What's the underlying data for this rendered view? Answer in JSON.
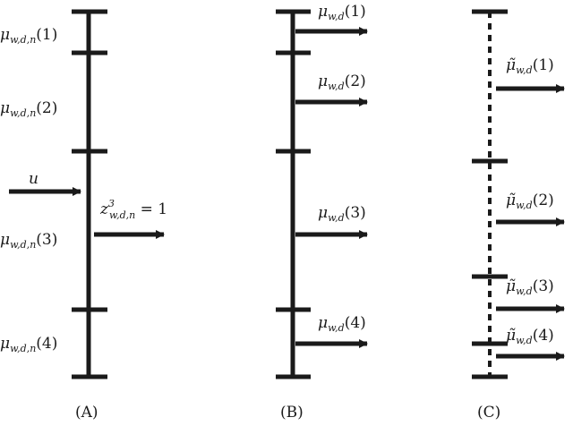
{
  "panels": {
    "A": {
      "caption": "(A)",
      "segment_labels": [
        {
          "mu": "μ",
          "sub": "w,d,n",
          "idx": "(1)"
        },
        {
          "mu": "μ",
          "sub": "w,d,n",
          "idx": "(2)"
        },
        {
          "mu": "μ",
          "sub": "w,d,n",
          "idx": "(3)"
        },
        {
          "mu": "μ",
          "sub": "w,d,n",
          "idx": "(4)"
        }
      ],
      "input_label": "u",
      "z_label": {
        "base": "z",
        "sup": "3",
        "sub": "w,d,n",
        "rhs": " = 1"
      }
    },
    "B": {
      "caption": "(B)",
      "arrow_labels": [
        {
          "mu": "μ",
          "sub": "w,d",
          "idx": "(1)"
        },
        {
          "mu": "μ",
          "sub": "w,d",
          "idx": "(2)"
        },
        {
          "mu": "μ",
          "sub": "w,d",
          "idx": "(3)"
        },
        {
          "mu": "μ",
          "sub": "w,d",
          "idx": "(4)"
        }
      ]
    },
    "C": {
      "caption": "(C)",
      "arrow_labels": [
        {
          "mu": "μ̃",
          "sub": "w,d",
          "idx": "(1)"
        },
        {
          "mu": "μ̃",
          "sub": "w,d",
          "idx": "(2)"
        },
        {
          "mu": "μ̃",
          "sub": "w,d",
          "idx": "(3)"
        },
        {
          "mu": "μ̃",
          "sub": "w,d",
          "idx": "(4)"
        }
      ]
    }
  }
}
